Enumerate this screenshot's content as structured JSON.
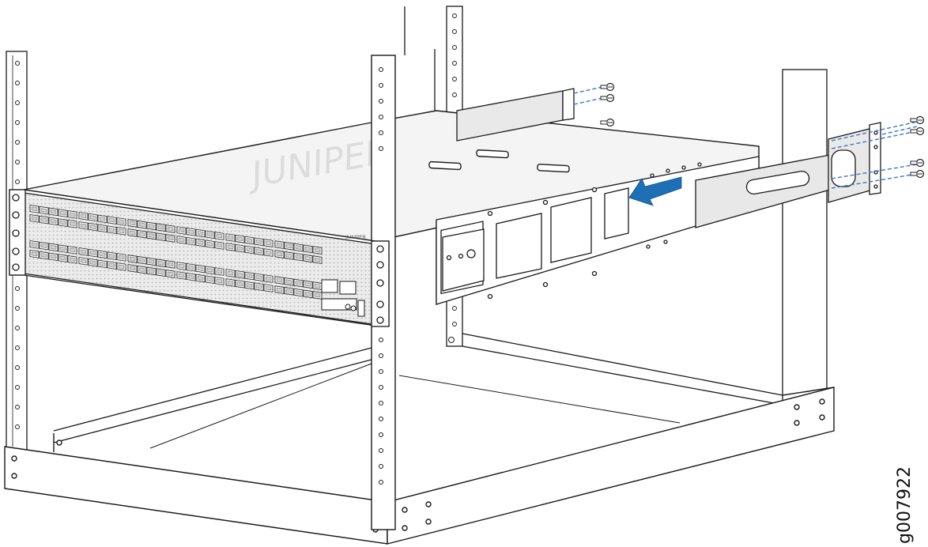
{
  "figure": {
    "id_label": "g007922",
    "brand_text": "JUNIPER",
    "panel_brand_text": "JUNIPER",
    "arrow_color": "#1f6fb5",
    "screw_line_color": "#3a78c2",
    "line_color": "#1a1a1a",
    "fill_light": "#f2f2f2",
    "fill_mid": "#e3e3e3",
    "icons": [
      "insert-direction-arrow",
      "screw",
      "rack-post",
      "mounting-bracket"
    ]
  }
}
